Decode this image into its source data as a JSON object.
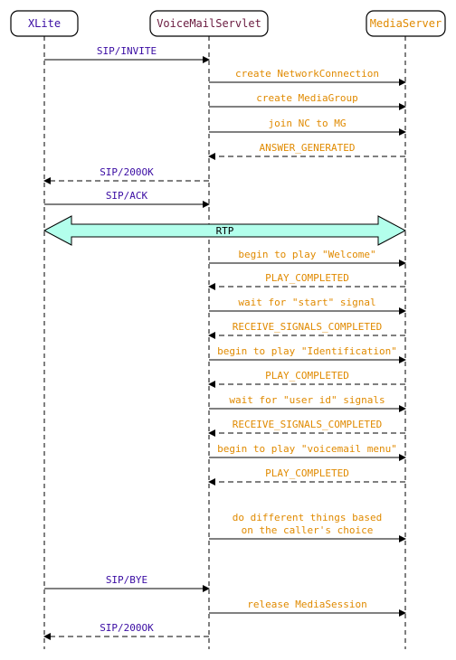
{
  "participants": [
    {
      "id": "xlite",
      "label": "XLite",
      "color": "#3a0ca3"
    },
    {
      "id": "servlet",
      "label": "VoiceMailServlet",
      "color": "#6a1b3f"
    },
    {
      "id": "media",
      "label": "MediaServer",
      "color": "#e08a00"
    }
  ],
  "messages": [
    {
      "label": "SIP/INVITE",
      "from": "xlite",
      "to": "servlet",
      "style": "solid",
      "color": "#3a0ca3"
    },
    {
      "label": "create NetworkConnection",
      "from": "servlet",
      "to": "media",
      "style": "solid",
      "color": "#e08a00"
    },
    {
      "label": "create MediaGroup",
      "from": "servlet",
      "to": "media",
      "style": "solid",
      "color": "#e08a00"
    },
    {
      "label": "join NC to MG",
      "from": "servlet",
      "to": "media",
      "style": "solid",
      "color": "#e08a00"
    },
    {
      "label": "ANSWER_GENERATED",
      "from": "media",
      "to": "servlet",
      "style": "dashed",
      "color": "#e08a00"
    },
    {
      "label": "SIP/200OK",
      "from": "servlet",
      "to": "xlite",
      "style": "dashed",
      "color": "#3a0ca3"
    },
    {
      "label": "SIP/ACK",
      "from": "xlite",
      "to": "servlet",
      "style": "solid",
      "color": "#3a0ca3"
    },
    {
      "label": "RTP",
      "from": "xlite",
      "to": "media",
      "style": "block",
      "color": "#000000"
    },
    {
      "label": "begin to play \"Welcome\"",
      "from": "servlet",
      "to": "media",
      "style": "solid",
      "color": "#e08a00"
    },
    {
      "label": "PLAY_COMPLETED",
      "from": "media",
      "to": "servlet",
      "style": "dashed",
      "color": "#e08a00"
    },
    {
      "label": "wait for \"start\" signal",
      "from": "servlet",
      "to": "media",
      "style": "solid",
      "color": "#e08a00"
    },
    {
      "label": "RECEIVE_SIGNALS_COMPLETED",
      "from": "media",
      "to": "servlet",
      "style": "dashed",
      "color": "#e08a00"
    },
    {
      "label": "begin to play \"Identification\"",
      "from": "servlet",
      "to": "media",
      "style": "solid",
      "color": "#e08a00"
    },
    {
      "label": "PLAY_COMPLETED",
      "from": "media",
      "to": "servlet",
      "style": "dashed",
      "color": "#e08a00"
    },
    {
      "label": "wait for \"user id\" signals",
      "from": "servlet",
      "to": "media",
      "style": "solid",
      "color": "#e08a00"
    },
    {
      "label": "RECEIVE_SIGNALS_COMPLETED",
      "from": "media",
      "to": "servlet",
      "style": "dashed",
      "color": "#e08a00"
    },
    {
      "label": "begin to play \"voicemail menu\"",
      "from": "servlet",
      "to": "media",
      "style": "solid",
      "color": "#e08a00"
    },
    {
      "label": "PLAY_COMPLETED",
      "from": "media",
      "to": "servlet",
      "style": "dashed",
      "color": "#e08a00"
    },
    {
      "label": "do different things based\non the caller's choice",
      "from": "servlet",
      "to": "media",
      "style": "solid",
      "color": "#e08a00"
    },
    {
      "label": "SIP/BYE",
      "from": "xlite",
      "to": "servlet",
      "style": "solid",
      "color": "#3a0ca3"
    },
    {
      "label": "release MediaSession",
      "from": "servlet",
      "to": "media",
      "style": "solid",
      "color": "#e08a00"
    },
    {
      "label": "SIP/200OK",
      "from": "servlet",
      "to": "xlite",
      "style": "dashed",
      "color": "#3a0ca3"
    }
  ],
  "colors": {
    "rtp_fill": "#b3ffec",
    "lifeline": "#000000"
  }
}
